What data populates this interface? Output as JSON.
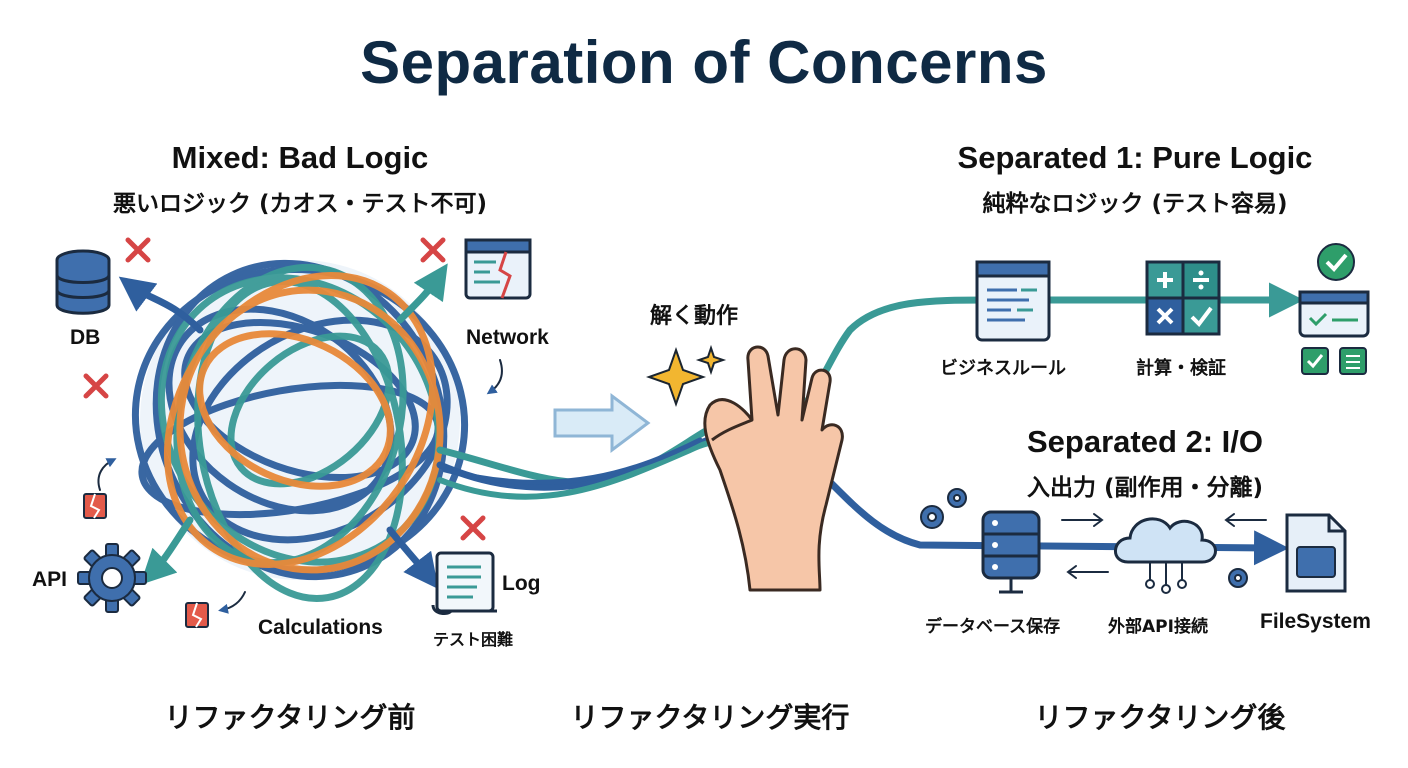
{
  "title": "Separation of Concerns",
  "mixed": {
    "heading": "Mixed: Bad Logic",
    "subheading": "悪いロジック (カオス・テスト不可)",
    "labels": {
      "db": "DB",
      "network": "Network",
      "api": "API",
      "calculations": "Calculations",
      "log": "Log",
      "test_hard": "テスト困難"
    }
  },
  "action": {
    "label": "解く動作"
  },
  "pure": {
    "heading": "Separated 1: Pure Logic",
    "subheading": "純粋なロジック (テスト容易)",
    "labels": {
      "business_rules": "ビジネスルール",
      "calc_validate": "計算・検証"
    }
  },
  "io": {
    "heading": "Separated 2: I/O",
    "subheading": "入出力 (副作用・分離)",
    "labels": {
      "db_save": "データベース保存",
      "external_api": "外部API接続",
      "filesystem": "FileSystem"
    }
  },
  "stages": {
    "before": "リファクタリング前",
    "during": "リファクタリング実行",
    "after": "リファクタリング後"
  },
  "colors": {
    "navy": "#0f2a44",
    "blue": "#2f5f9e",
    "teal": "#3a9a96",
    "orange": "#e8893a",
    "red": "#d64545",
    "green": "#2e9e6a",
    "skin": "#f6c6a8"
  },
  "icons": [
    "database-icon",
    "cross-icon",
    "code-window-icon",
    "gear-icon",
    "broken-file-icon",
    "log-scroll-icon",
    "arrow-icon",
    "sparkle-icon",
    "hand-icon",
    "calculator-icon",
    "check-badge-icon",
    "cloud-icon",
    "folder-file-icon"
  ]
}
